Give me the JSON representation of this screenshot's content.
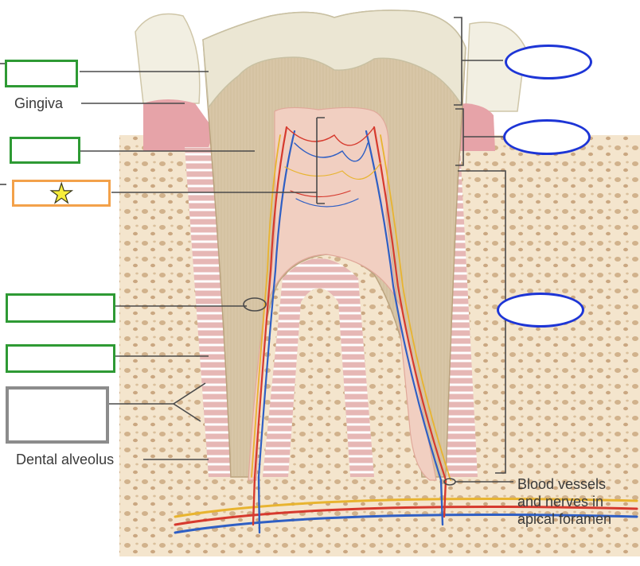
{
  "labels": {
    "gingiva": "Gingiva",
    "dental_alveolus": "Dental alveolus",
    "apical_line1": "Blood vessels",
    "apical_line2": "and nerves in",
    "apical_line3": "apical foramen"
  },
  "answer_boxes": [
    {
      "color": "green"
    },
    {
      "color": "green"
    },
    {
      "color": "orange",
      "marker": "star-icon"
    },
    {
      "color": "green"
    },
    {
      "color": "green"
    },
    {
      "color": "gray"
    }
  ],
  "answer_ovals": [
    {
      "color": "#1d35d6"
    },
    {
      "color": "#1d35d6"
    },
    {
      "color": "#1d35d6"
    }
  ],
  "colors": {
    "enamel": "#ebe6d3",
    "dentin": "#d8c6a7",
    "pulp": "#f1cfc1",
    "bone": "#efdcc0",
    "gum": "#e6a3a8",
    "artery": "#d63a2e",
    "vein": "#2f5fc4",
    "nerve": "#e8b430",
    "green_box": "#2e9a34",
    "orange_box": "#f3a14a",
    "gray_box": "#8c8c8c",
    "oval": "#1d35d6"
  }
}
